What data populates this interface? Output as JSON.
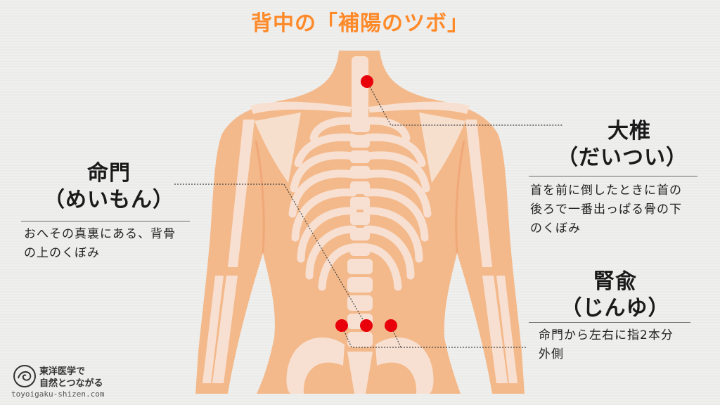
{
  "title": "背中の「補陽のツボ」",
  "points": [
    {
      "name": "大椎",
      "reading": "（だいつい）",
      "desc_lines": [
        "首を前に倒したときに首の",
        "後ろで一番出っぱる骨の下",
        "のくぼみ"
      ]
    },
    {
      "name": "命門",
      "reading": "（めいもん）",
      "desc_lines": [
        "おへその真裏にある、背骨",
        "の上のくぼみ"
      ]
    },
    {
      "name": "腎兪",
      "reading": "（じんゆ）",
      "desc_lines": [
        "命門から左右に指2本分",
        "外側"
      ]
    }
  ],
  "logo": {
    "line1": "東洋医学で",
    "line2": "自然とつながる",
    "url": "toyoigaku-shizen.com"
  },
  "colors": {
    "title": "#ff8a2a",
    "skin": "#f4b98a",
    "bone": "#f7e0d2",
    "point": "#e8000b"
  }
}
